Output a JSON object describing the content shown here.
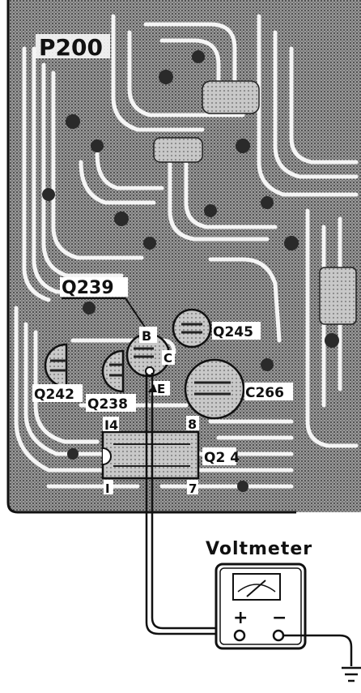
{
  "board": {
    "title": "P200",
    "colors": {
      "ink": "#111111",
      "trace": "#333333",
      "board_fill": "#8a8a8a",
      "paper": "#ffffff"
    }
  },
  "components": {
    "q239": "Q239",
    "q245": "Q245",
    "q242": "Q242",
    "q238": "Q238",
    "c266": "C266",
    "q214": "Q2 4",
    "pin_b": "B",
    "pin_c": "C",
    "pin_e": "E",
    "ic_pin_14": "I4",
    "ic_pin_8": "8",
    "ic_pin_1": "I",
    "ic_pin_7": "7"
  },
  "voltmeter": {
    "title": "Voltmeter",
    "plus": "+",
    "minus": "−",
    "icon": "meter-needle-icon"
  },
  "ground": {
    "icon": "ground-icon"
  }
}
